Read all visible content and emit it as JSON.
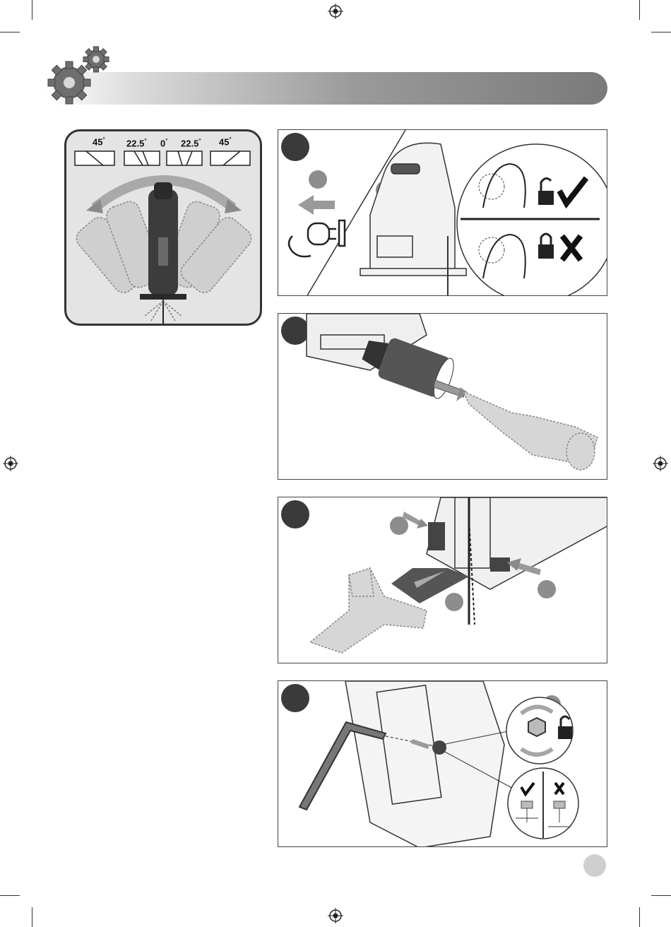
{
  "bevel_angles": {
    "left_45": "45",
    "left_22_5": "22.5",
    "center_0": "0",
    "right_22_5": "22.5",
    "right_45": "45",
    "degree_symbol": "°"
  },
  "icons": {
    "header": "gears-icon",
    "unlock": "unlock-icon",
    "lock": "lock-icon",
    "check": "check-mark-icon",
    "cross": "cross-mark-icon",
    "plug": "power-plug-icon",
    "hex_key": "allen-key-icon"
  },
  "colors": {
    "banner_dark": "#7a7a7a",
    "panel_bg": "#e4e4e4",
    "step_circle": "#3a3a3a",
    "callout_circle": "#8d8d8d",
    "arrow_gray": "#9a9a9a"
  }
}
